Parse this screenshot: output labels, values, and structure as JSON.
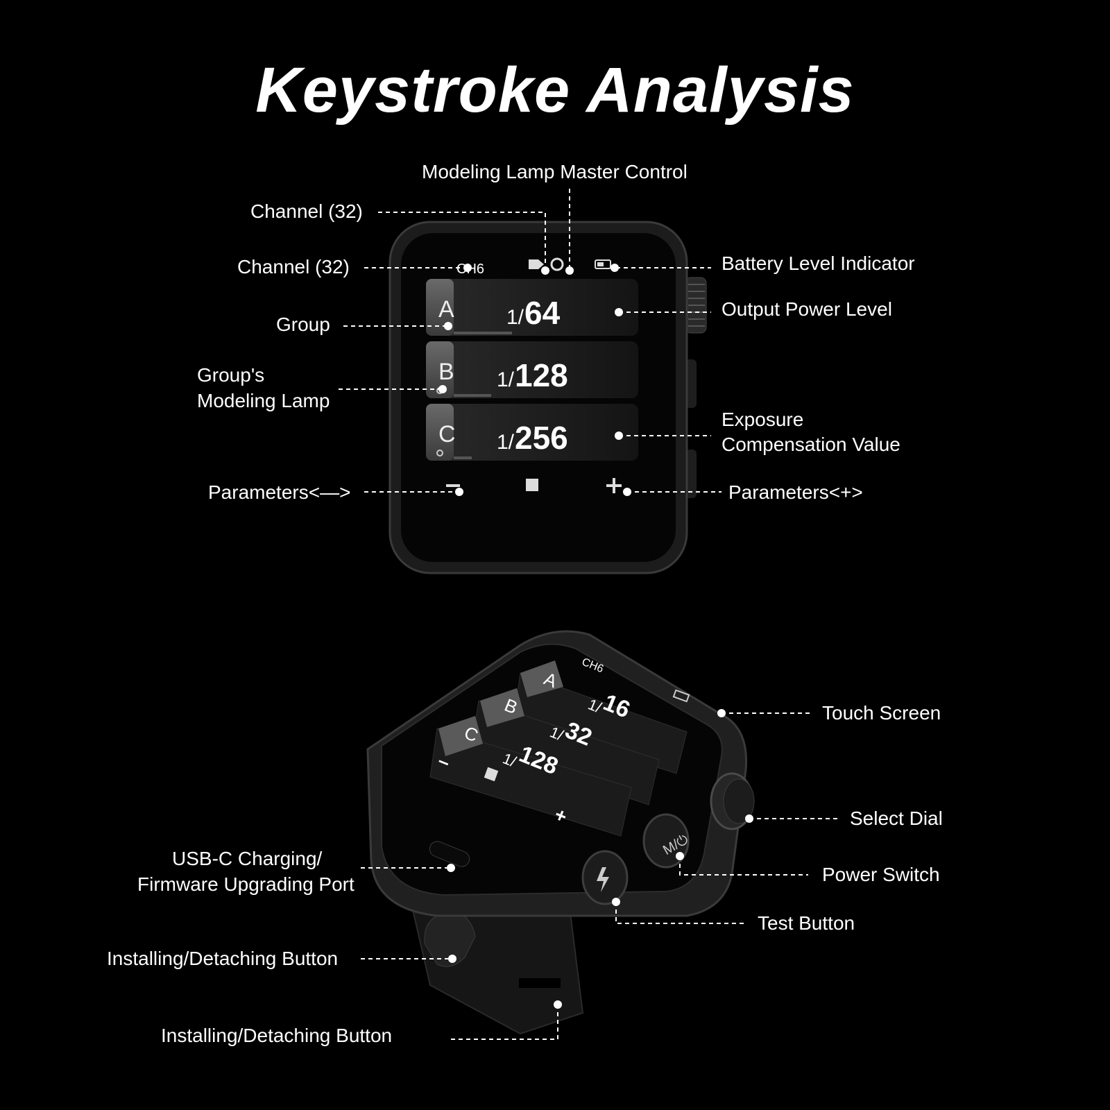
{
  "title": "Keystroke Analysis",
  "front_device": {
    "channel_text": "CH6",
    "groups": [
      {
        "letter": "A",
        "power_prefix": "1/",
        "power_value": "64"
      },
      {
        "letter": "B",
        "power_prefix": "1/",
        "power_value": "128"
      },
      {
        "letter": "C",
        "power_prefix": "1/",
        "power_value": "256"
      }
    ]
  },
  "angled_device": {
    "channel_text": "CH6",
    "groups": [
      {
        "letter": "A",
        "power_prefix": "1/",
        "power_value": "16"
      },
      {
        "letter": "B",
        "power_prefix": "1/",
        "power_value": "32"
      },
      {
        "letter": "C",
        "power_prefix": "1/",
        "power_value": "128"
      }
    ],
    "minus": "–",
    "plus": "+",
    "power_button_text": "M/⏻"
  },
  "callouts": {
    "modeling_lamp_master": "Modeling Lamp Master Control",
    "channel_top": "Channel (32)",
    "channel": "Channel (32)",
    "battery": "Battery Level Indicator",
    "output_power": "Output Power Level",
    "group": "Group",
    "group_modeling_lamp_1": "Group's",
    "group_modeling_lamp_2": "Modeling Lamp",
    "exposure_1": "Exposure",
    "exposure_2": "Compensation Value",
    "params_minus": "Parameters<—>",
    "params_plus": "Parameters<+>",
    "touch_screen": "Touch Screen",
    "select_dial": "Select Dial",
    "usb_1": "USB-C Charging/",
    "usb_2": "Firmware Upgrading Port",
    "power_switch": "Power Switch",
    "test_button": "Test Button",
    "install_1": "Installing/Detaching Button",
    "install_2": "Installing/Detaching Button"
  }
}
